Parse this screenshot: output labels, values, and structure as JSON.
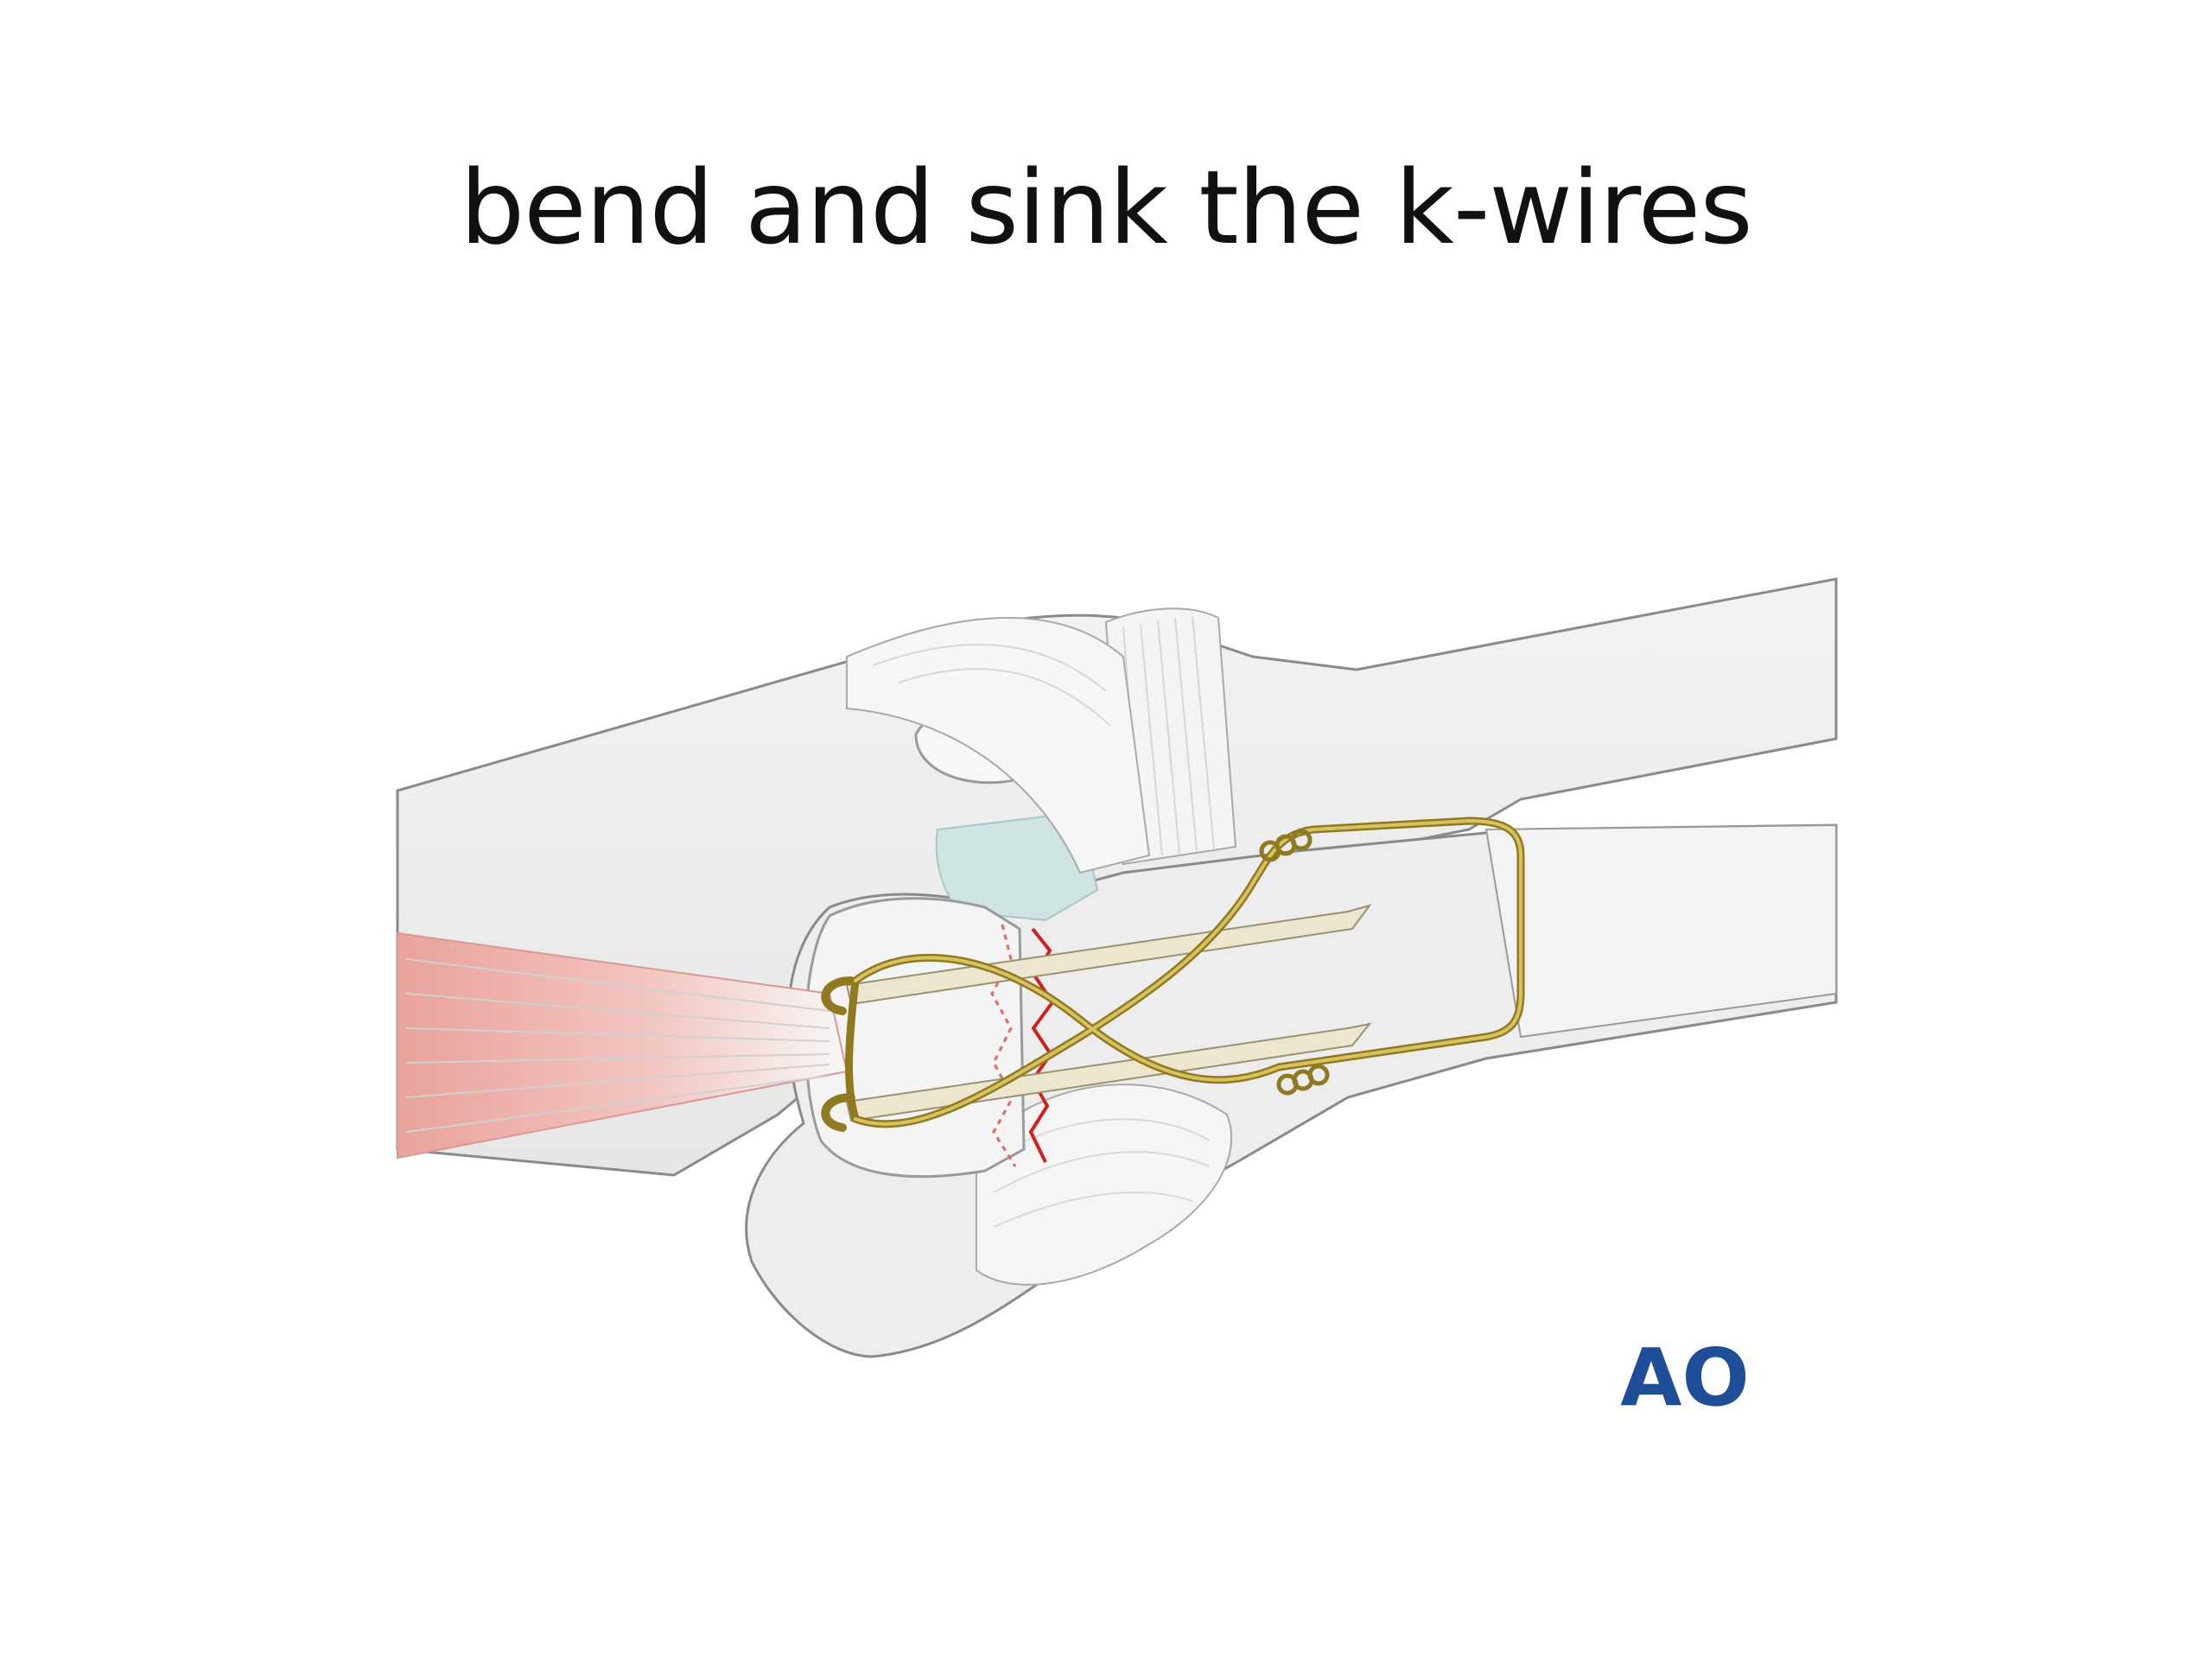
{
  "slide": {
    "title": "bend and sink the k-wires"
  },
  "illustration": {
    "subject": "tension band wiring of olecranon with bent and sunk k-wires",
    "colors": {
      "bone_fill": "#eeeeee",
      "bone_outline": "#8a8a8a",
      "ligament_fill": "#f4f4f4",
      "cartilage": "#cfe3e3",
      "muscle": "#e9a29c",
      "wire": "#c9b14a",
      "wire_dark": "#8f7a22",
      "kwire": "#ece6cf",
      "fracture_line": "#d21f1f"
    }
  },
  "logo": {
    "text": "AO",
    "color": "#1f4e98"
  }
}
